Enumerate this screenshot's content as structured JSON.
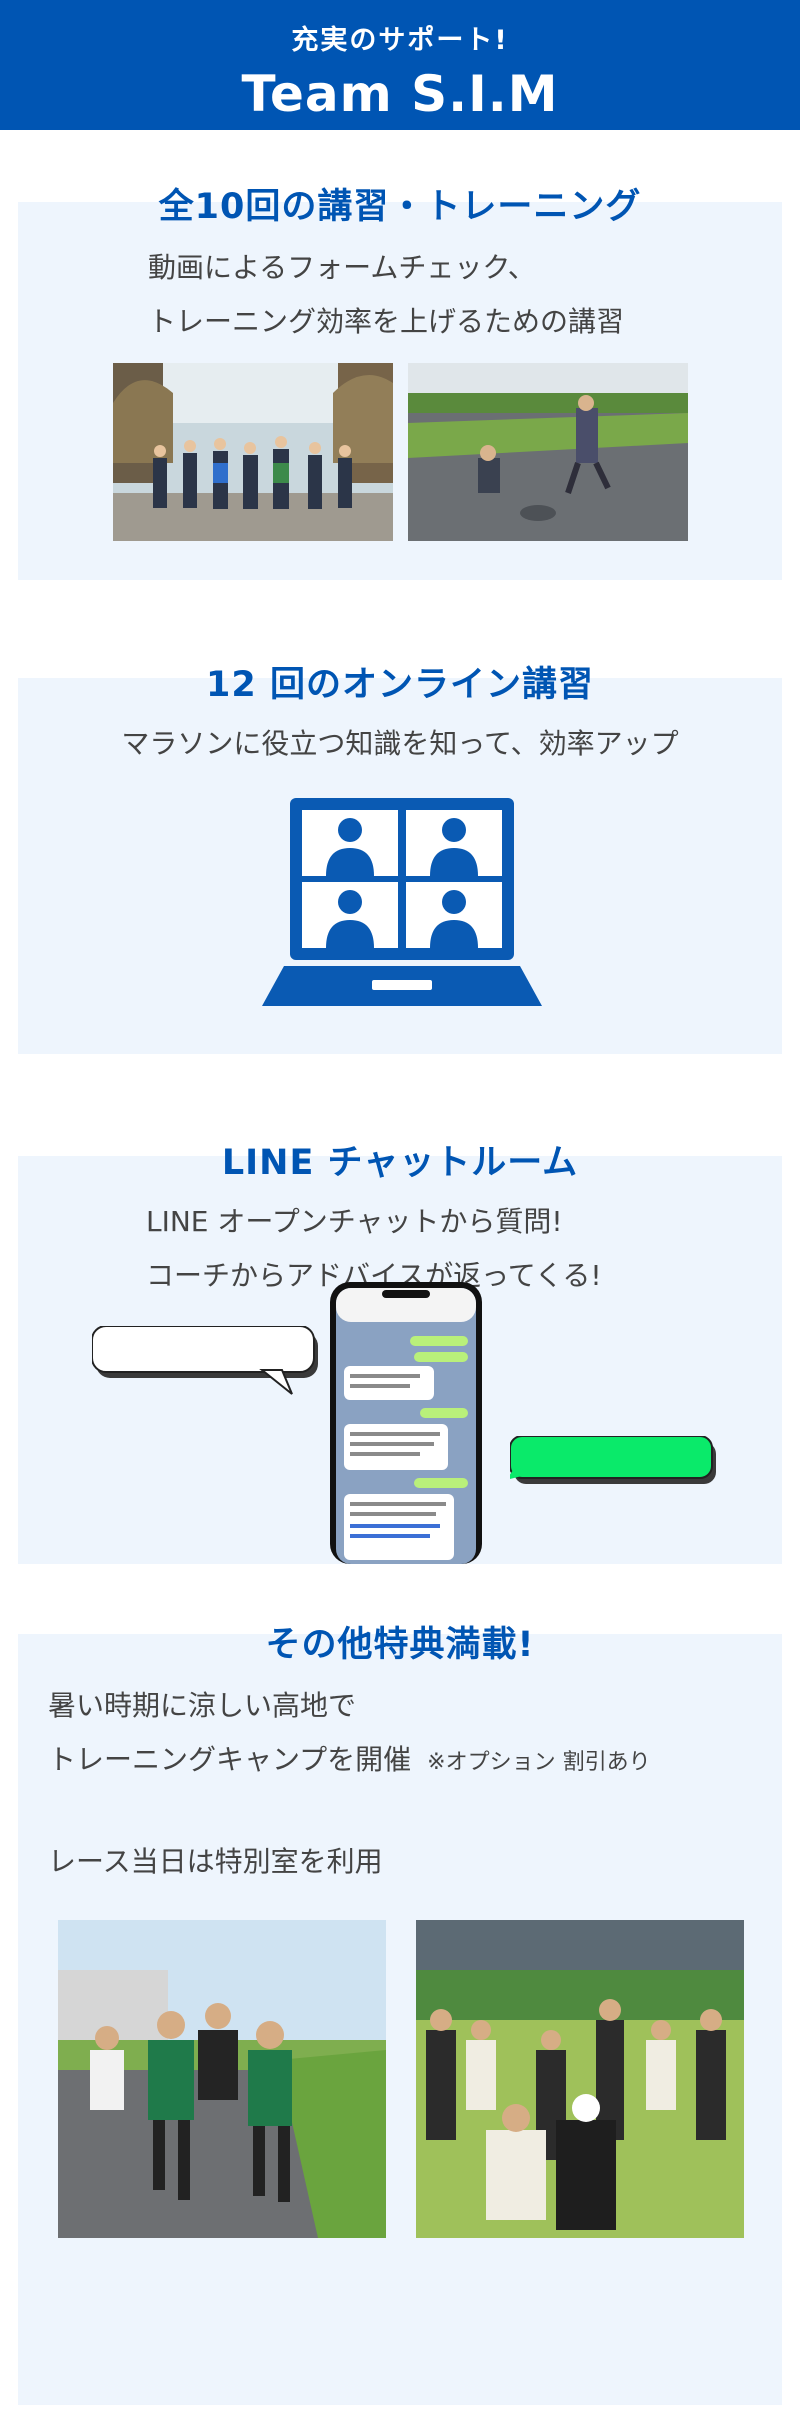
{
  "header": {
    "subtitle": "充実のサポート!",
    "title": "Team S.I.M"
  },
  "sections": [
    {
      "title": "全10回の講習・トレーニング",
      "lines": [
        "動画によるフォームチェック、",
        "トレーニング効率を上げるための講習"
      ],
      "images": [
        "group-running-photo",
        "form-check-photo"
      ]
    },
    {
      "title": "12 回のオンライン講習",
      "lines": [
        "マラソンに役立つ知識を知って、効率アップ"
      ],
      "icon": "laptop-video-call-icon"
    },
    {
      "title": "LINE チャットルーム",
      "lines": [
        "LINE オープンチャットから質問!",
        "コーチからアドバイスが返ってくる!"
      ],
      "image": "smartphone-chat-screenshot"
    },
    {
      "title": "その他特典満載!",
      "lines": [
        "暑い時期に涼しい高地で",
        "トレーニングキャンプを開催",
        "レース当日は特別室を利用"
      ],
      "note": "※オプション 割引あり",
      "images": [
        "team-running-photo",
        "group-stretching-photo"
      ]
    }
  ],
  "colors": {
    "brand": "#0055b3",
    "panel": "#eef5fd",
    "line_green": "#06c755",
    "text": "#444444"
  }
}
